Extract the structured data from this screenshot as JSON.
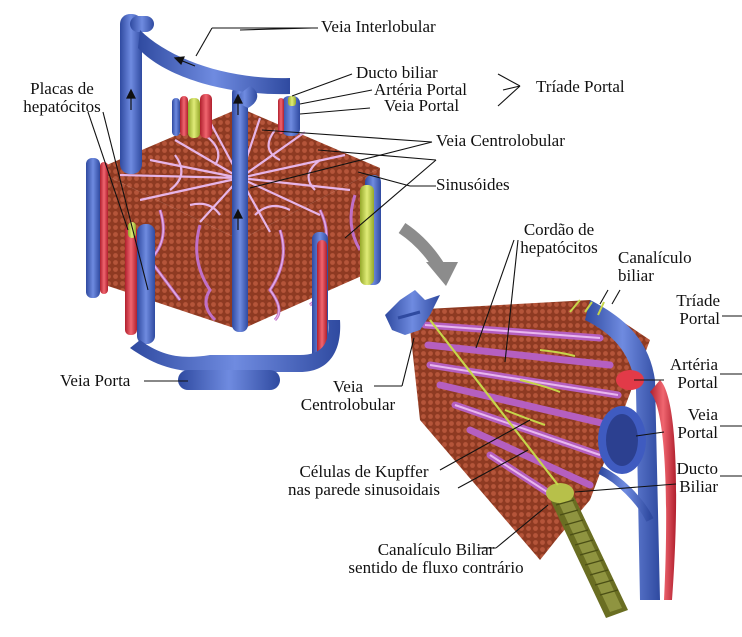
{
  "labels": {
    "veia_interlobular": "Veia Interlobular",
    "placas_line1": "Placas de",
    "placas_line2": "hepatócitos",
    "ducto_biliar_top": "Ducto biliar",
    "arteria_portal_top": "Artéria Portal",
    "veia_portal_top": "Veia Portal",
    "triade_portal_top": "Tríade Portal",
    "veia_centrolobular_top": "Veia Centrolobular",
    "sinusoides": "Sinusóides",
    "cordao_line1": "Cordão de",
    "cordao_line2": "hepatócitos",
    "canaliculo_line1": "Canalículo",
    "canaliculo_line2": "biliar",
    "triade_line1": "Tríade",
    "triade_line2": "Portal",
    "arteria_line1": "Artéria",
    "arteria_line2": "Portal",
    "veia_line1": "Veia",
    "veia_line2": "Portal",
    "ducto_line1": "Ducto",
    "ducto_line2": "Biliar",
    "veia_porta": "Veia Porta",
    "vc_line1": "Veia",
    "vc_line2": "Centrolobular",
    "kupffer_line1": "Células de Kupffer",
    "kupffer_line2": "nas parede sinusoidais",
    "can_biliar_line1": "Canalículo Biliar",
    "can_biliar_line2": "sentido de fluxo contrário"
  },
  "colors": {
    "vein": "#4a68c8",
    "vein_dark": "#2f4aa0",
    "artery": "#e23a48",
    "bile_duct": "#c6d64a",
    "hepatocyte": "#8e3a22",
    "hepatocyte_light": "#b5553a",
    "sinusoid": "#c070c8",
    "sinusoid_light": "#e6b5e8",
    "arrow": "#8c8c8c"
  }
}
